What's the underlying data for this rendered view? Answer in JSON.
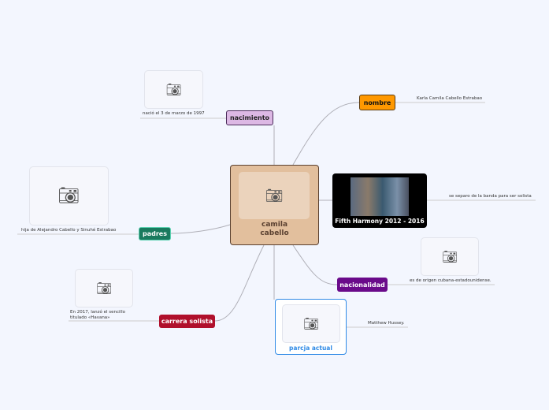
{
  "central": {
    "label_line1": "camila",
    "label_line2": "cabello"
  },
  "branches": {
    "nacimiento": {
      "label": "nacimiento",
      "note": "nació el 3 de marzo de 1997",
      "color": "#dcb8e4"
    },
    "nombre": {
      "label": "nombre",
      "note": "Karla Camila Cabello Estrabao",
      "color": "#ff9800"
    },
    "fifth": {
      "label": "Fifth Harmony 2012 - 2016",
      "note": "se separo de la banda para ser solista",
      "color": "#000000"
    },
    "nacionalidad": {
      "label": "nacionalidad",
      "note": "es de origen cubana-estadounidense.",
      "color": "#6a0a8a"
    },
    "pareja": {
      "label": "parcja actual",
      "note": "Matthew Hussey.",
      "color": "#2f8ae6"
    },
    "carrera": {
      "label": "carrera solista",
      "note_line1": "En 2017, lanzó el sencillo",
      "note_line2": "titulado «Havana»",
      "color": "#b0102c"
    },
    "padres": {
      "label": "padres",
      "note": "hija de Alejandro Cabello y Sinuhé Estrabao",
      "color": "#1a7a5e"
    }
  }
}
